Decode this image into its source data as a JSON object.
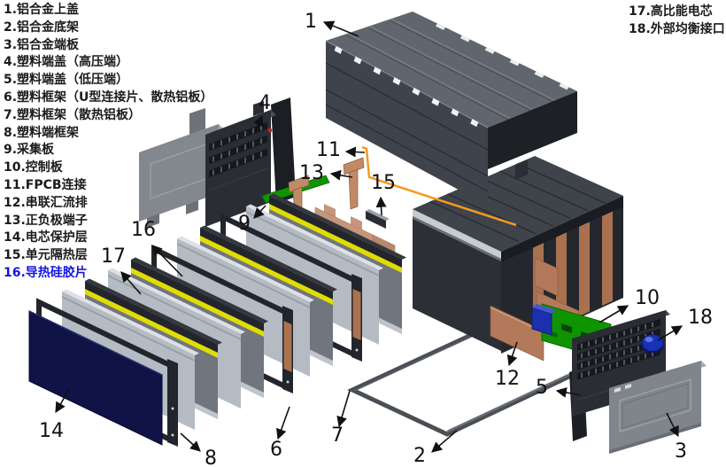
{
  "legend_left": {
    "items": [
      {
        "label": "1.铝合金上盖",
        "highlight": false
      },
      {
        "label": "2.铝合金底架",
        "highlight": false
      },
      {
        "label": "3.铝合金端板",
        "highlight": false
      },
      {
        "label": "4.塑料端盖（高压端）",
        "highlight": false
      },
      {
        "label": "5.塑料端盖（低压端）",
        "highlight": false
      },
      {
        "label": "6.塑料框架（U型连接片、散热铝板）",
        "highlight": false
      },
      {
        "label": "7.塑料框架（散热铝板）",
        "highlight": false
      },
      {
        "label": "8.塑料端框架",
        "highlight": false
      },
      {
        "label": "9.采集板",
        "highlight": false
      },
      {
        "label": "10.控制板",
        "highlight": false
      },
      {
        "label": "11.FPCB连接",
        "highlight": false
      },
      {
        "label": "12.串联汇流排",
        "highlight": false
      },
      {
        "label": "13.正负极端子",
        "highlight": false
      },
      {
        "label": "14.电芯保护层",
        "highlight": false
      },
      {
        "label": "15.单元隔热层",
        "highlight": false
      },
      {
        "label": "16.导热硅胶片",
        "highlight": true
      }
    ]
  },
  "legend_right": {
    "items": [
      {
        "label": "17.高比能电芯"
      },
      {
        "label": "18.外部均衡接口"
      }
    ]
  },
  "callouts": [
    "1",
    "2",
    "3",
    "4",
    "5",
    "6",
    "7",
    "8",
    "9",
    "10",
    "11",
    "12",
    "13",
    "14",
    "15",
    "16",
    "17",
    "18"
  ],
  "colors": {
    "legend_text": "#1b1b1b",
    "legend_highlight": "#1414e0",
    "cover_top_gray": "#61656d",
    "cover_front_gray": "#3f434b",
    "dark_plastic": "#2a2e34",
    "aluminum_gray": "#83878e",
    "pcb_green": "#0f9400",
    "copper": "#b2795a",
    "cell_yellow": "#e0dd00",
    "silver_plate": "#b5bbc3",
    "navy_sheet": "#101345",
    "fpcb_orange": "#f59a1d",
    "connector_blue": "#1c2fae",
    "red_dot": "#c9241a"
  }
}
